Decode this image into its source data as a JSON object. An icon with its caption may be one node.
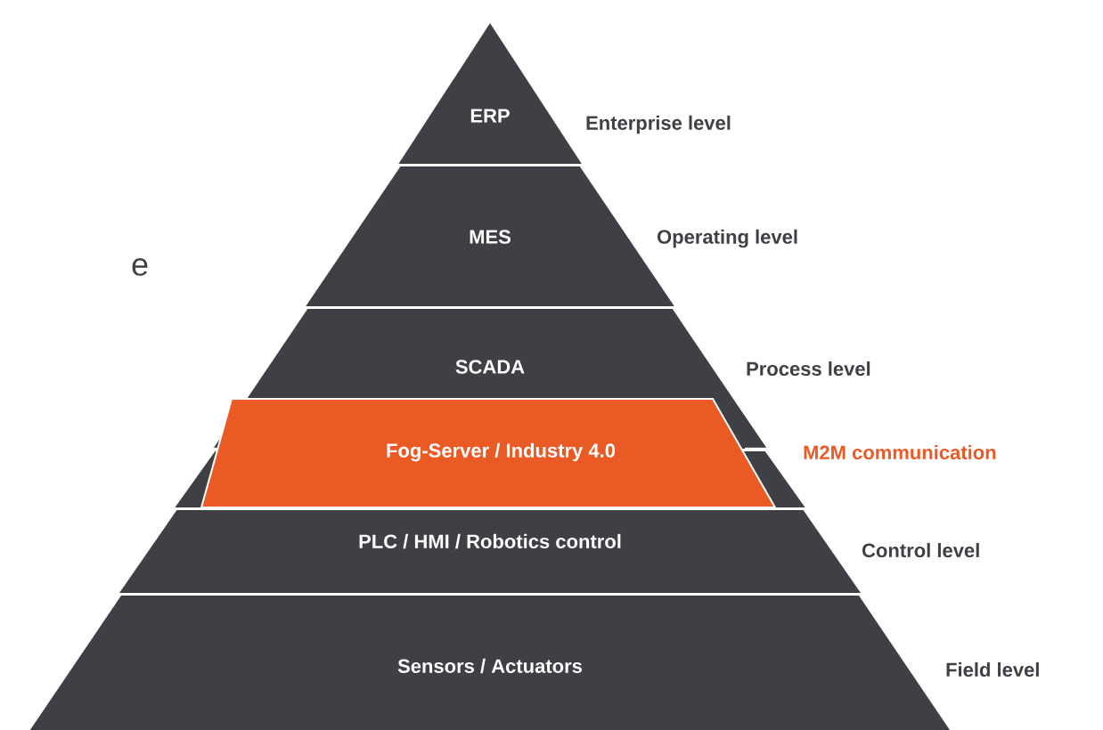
{
  "diagram": {
    "nodes": [
      {
        "text": [
          "ERP"
        ],
        "beside": [
          "Enterprise level"
        ]
      },
      {
        "text": [
          "MES"
        ],
        "beside": [
          "Operating level"
        ]
      },
      {
        "text": [
          "SCADA"
        ],
        "beside": [
          "Process level"
        ]
      },
      {
        "text": [
          "Fog-Server / Industry 4.0"
        ],
        "beside": [
          "M2M communication"
        ]
      },
      {
        "text": [
          "PLC / HMI / Robotics control"
        ],
        "beside": [
          "Control level"
        ]
      },
      {
        "text": [
          "Sensors / Actuators"
        ],
        "beside": [
          "Field level"
        ]
      }
    ],
    "labels": [
      "e"
    ]
  }
}
